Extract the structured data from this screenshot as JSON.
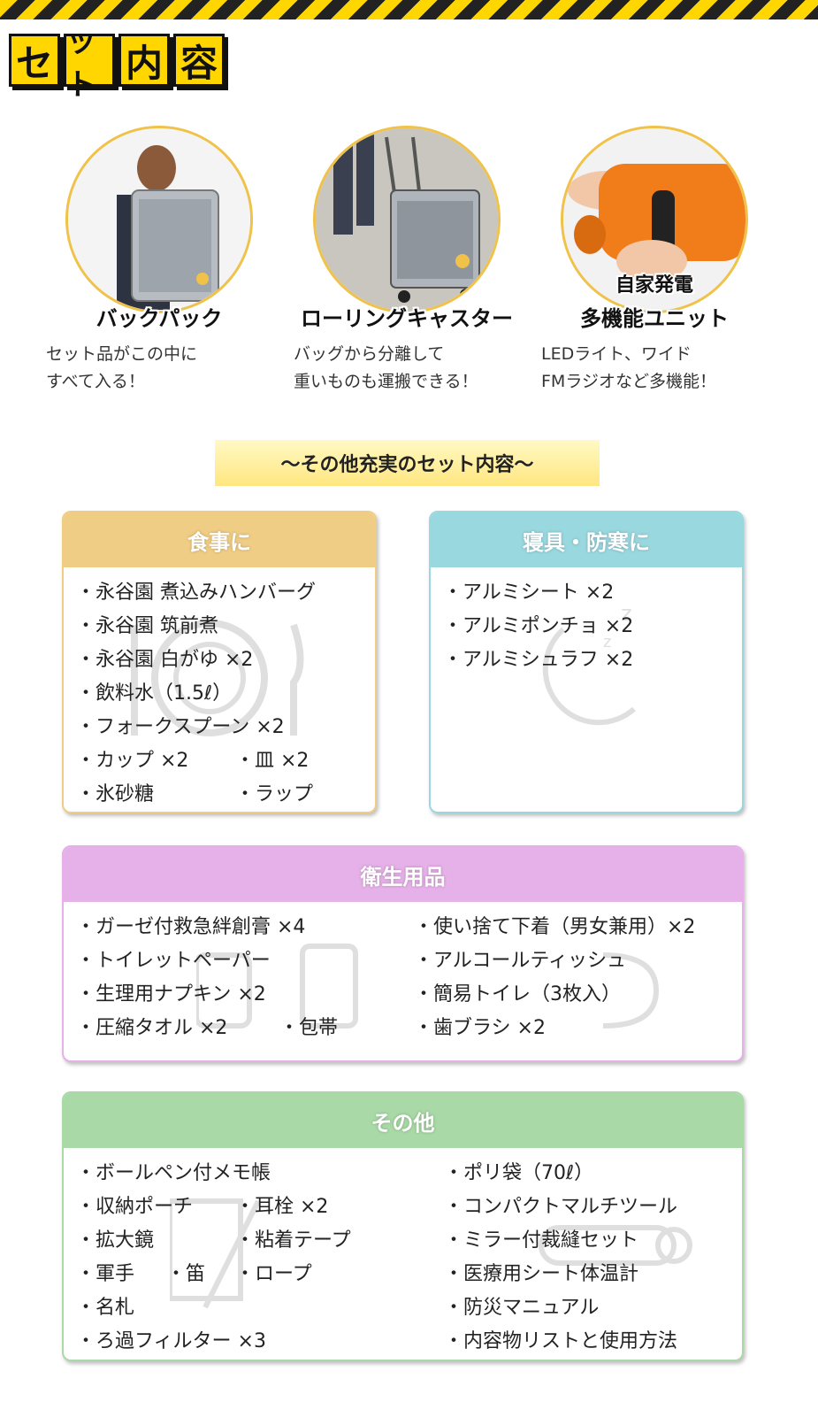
{
  "title_chars": [
    "セ",
    "ット",
    "内",
    "容"
  ],
  "features": [
    {
      "name": "バックパック",
      "desc": "セット品がこの中に\nすべて入る！"
    },
    {
      "name": "ローリングキャスター",
      "desc": "バッグから分離して\n重いものも運搬できる！"
    },
    {
      "sup": "自家発電",
      "name": "多機能ユニット",
      "desc": "LEDライト、ワイド\nFMラジオなど多機能！"
    }
  ],
  "banner": "〜その他充実のセット内容〜",
  "food": {
    "title": "食事に",
    "rows": [
      "・永谷園 煮込みハンバーグ",
      "・永谷園 筑前煮",
      "・永谷園 白がゆ ×2",
      "・飲料水（1.5ℓ）",
      "・フォークスプーン ×2",
      "・カップ ×2",
      "・氷砂糖"
    ],
    "col2": [
      "・皿 ×2",
      "・ラップ"
    ]
  },
  "sleep": {
    "title": "寝具・防寒に",
    "rows": [
      "・アルミシート ×2",
      "・アルミポンチョ ×2",
      "・アルミシュラフ ×2"
    ]
  },
  "hygiene": {
    "title": "衛生用品",
    "left": [
      "・ガーゼ付救急絆創膏 ×4",
      "・トイレットペーパー",
      "・生理用ナプキン ×2",
      "・圧縮タオル ×2"
    ],
    "left_extra": "・包帯",
    "right": [
      "・使い捨て下着（男女兼用）×2",
      "・アルコールティッシュ",
      "・簡易トイレ（3枚入）",
      "・歯ブラシ ×2"
    ]
  },
  "other": {
    "title": "その他",
    "left": [
      "・ボールペン付メモ帳",
      "・収納ポーチ",
      "・拡大鏡",
      "・軍手",
      "・名札",
      "・ろ過フィルター ×3"
    ],
    "mid": [
      "・耳栓 ×2",
      "・粘着テープ",
      "・ロープ"
    ],
    "flute": "・笛",
    "right": [
      "・ポリ袋（70ℓ）",
      "・コンパクトマルチツール",
      "・ミラー付裁縫セット",
      "・医療用シート体温計",
      "・防災マニュアル",
      "・内容物リストと使用方法"
    ]
  }
}
